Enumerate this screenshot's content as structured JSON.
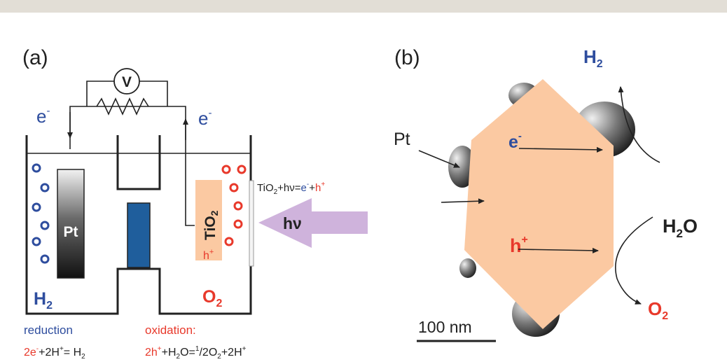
{
  "colors": {
    "top_bar": "#e2ded6",
    "blue": "#2e4d9e",
    "red": "#e8392b",
    "tio2_fill": "#fbc9a2",
    "membrane": "#1f5e9c",
    "arrow_light": "#cfb3dc",
    "text": "#222222"
  },
  "panel_a": {
    "label": "(a)",
    "voltmeter": "V",
    "electron_left_base": "e",
    "electron_left_sup": "-",
    "electron_right_base": "e",
    "electron_right_sup": "-",
    "pt_electrode": "Pt",
    "tio2_base": "TiO",
    "tio2_sub": "2",
    "hole_base": "h",
    "hole_sup": "+",
    "h2_base": "H",
    "h2_sub": "2",
    "o2_base": "O",
    "o2_sub": "2",
    "light": "hν",
    "photo_reaction": {
      "p1": "TiO",
      "sub2": "2",
      "p2": "+hν=",
      "e": "e",
      "esup": "-",
      "plus": "+",
      "h": "h",
      "hsup": "+"
    },
    "reduction_label": "reduction",
    "oxidation_label": "oxidation:",
    "reduction_eq": {
      "a": "2e",
      "asup": "-",
      "b": "+2H",
      "bsup": "+",
      "c": "= H",
      "csub": "2"
    },
    "oxidation_eq": {
      "a": "2h",
      "asup": "+",
      "b": "+H",
      "bsub": "2",
      "c": "O=",
      "frac_num": "1",
      "frac_den": "/2",
      "d": "O",
      "dsub": "2",
      "e": "+2H",
      "esup": "+"
    }
  },
  "panel_b": {
    "label": "(b)",
    "h2_base": "H",
    "h2_sub": "2",
    "pt": "Pt",
    "electron_base": "e",
    "electron_sup": "-",
    "hole_base": "h",
    "hole_sup": "+",
    "water_base": "H",
    "water_sub": "2",
    "water_tail": "O",
    "o2_base": "O",
    "o2_sub": "2",
    "scale_bar": "100 nm"
  }
}
